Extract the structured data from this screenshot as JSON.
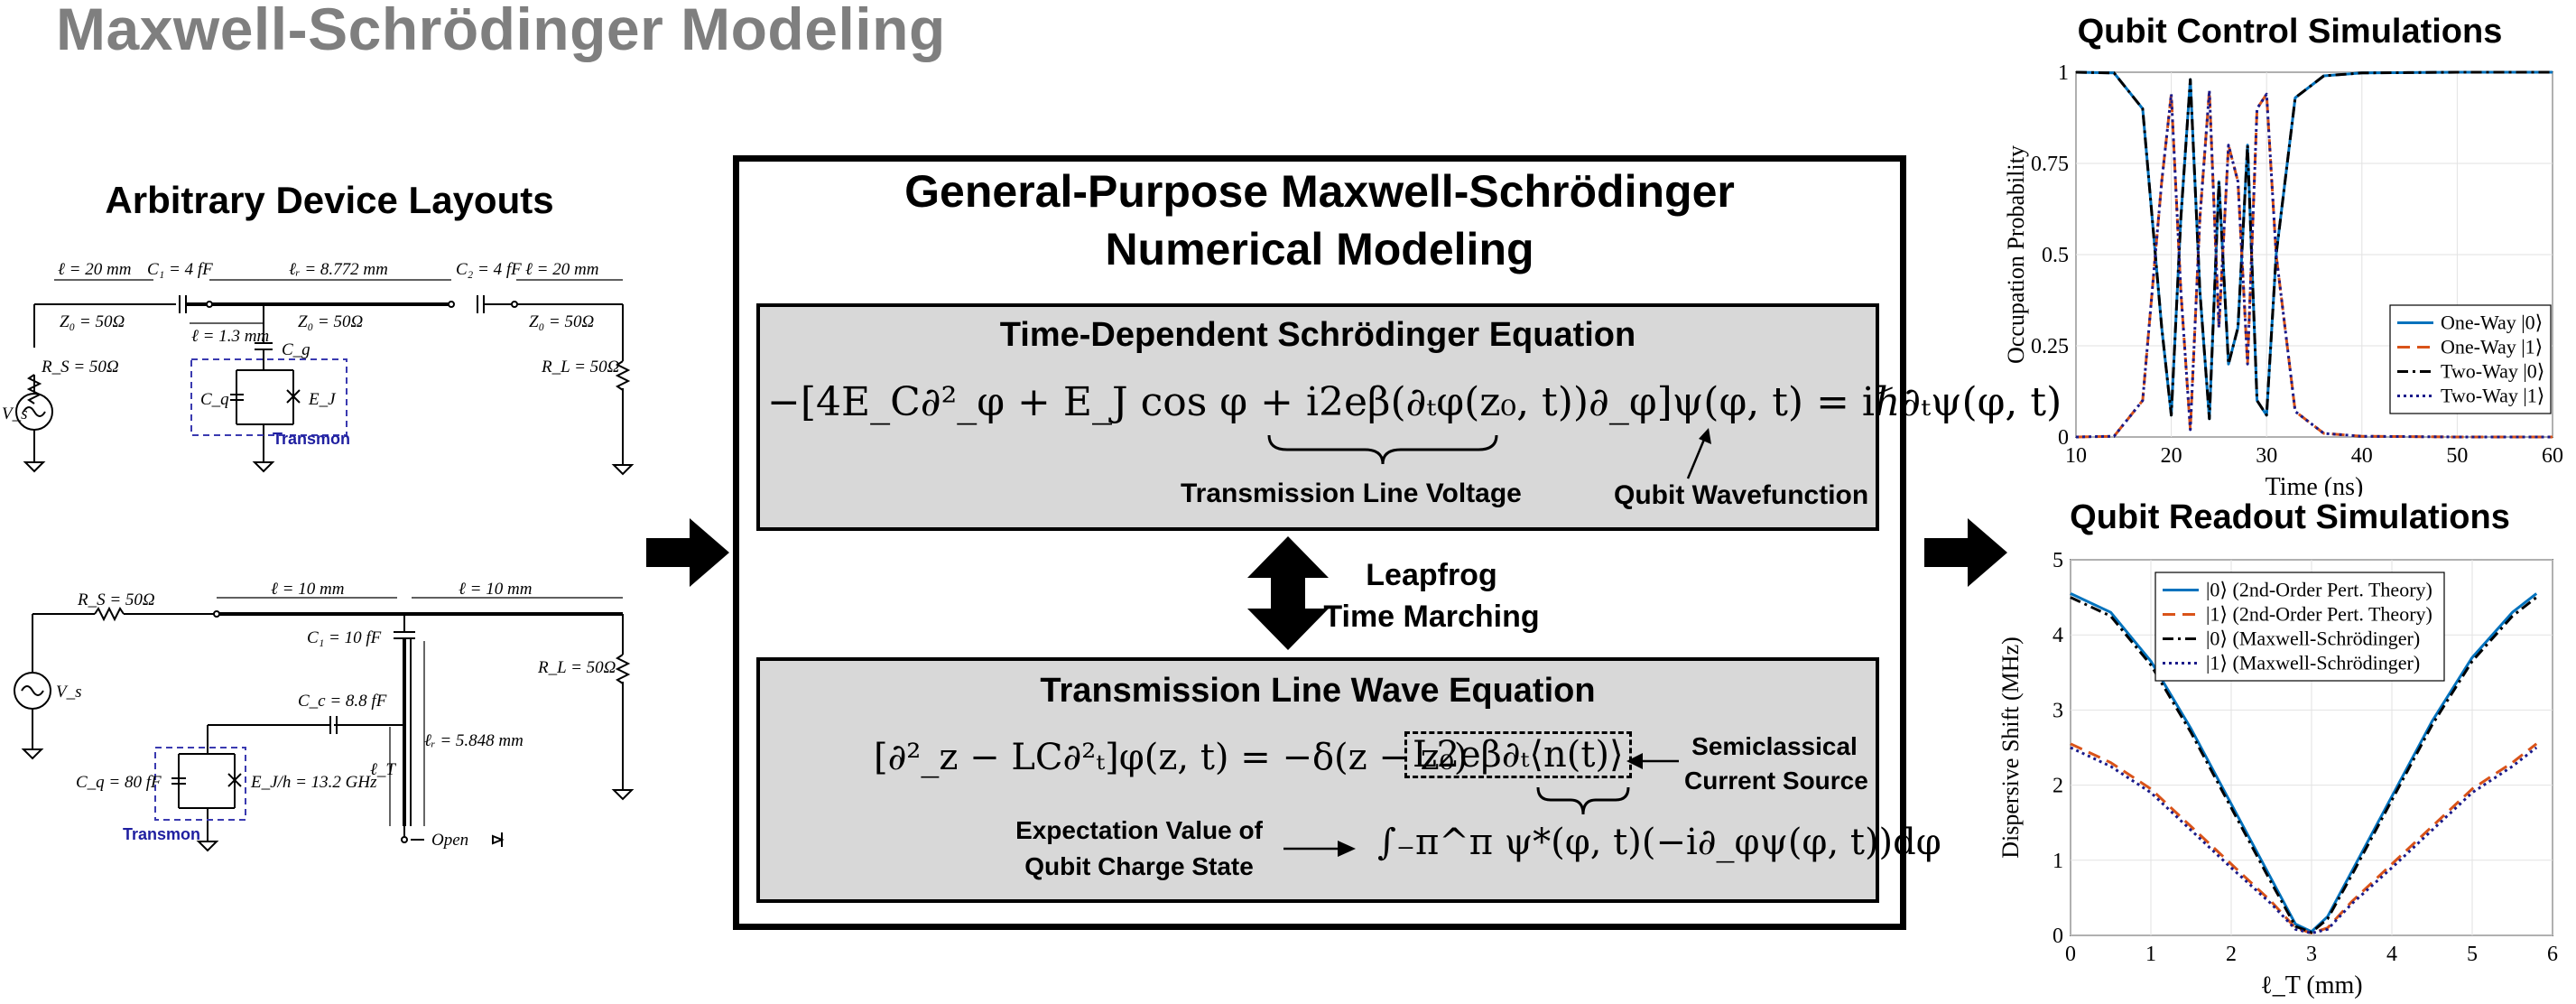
{
  "title": "Maxwell-Schrödinger Modeling",
  "left": {
    "heading": "Arbitrary Device Layouts",
    "circuit1": {
      "l_left": "ℓ = 20 mm",
      "c1": "C₁ = 4 fF",
      "l_r": "ℓᵣ = 8.772 mm",
      "c2": "C₂ = 4 fF",
      "l_right": "ℓ = 20 mm",
      "z0_a": "Z₀ = 50Ω",
      "z0_b": "Z₀ = 50Ω",
      "z0_c": "Z₀ = 50Ω",
      "l_stub": "ℓ = 1.3 mm",
      "rs": "R_S = 50Ω",
      "rl": "R_L = 50Ω",
      "cg": "C_g",
      "cq": "C_q",
      "ej": "E_J",
      "vs": "V_s",
      "transmon": "Transmon"
    },
    "circuit2": {
      "rs": "R_S = 50Ω",
      "l_a": "ℓ = 10 mm",
      "l_b": "ℓ = 10 mm",
      "c1": "C₁ = 10 fF",
      "rl": "R_L = 50Ω",
      "cc": "C_c = 8.8 fF",
      "lr": "ℓᵣ = 5.848 mm",
      "lt": "ℓ_T",
      "vs": "V_s",
      "cq": "C_q = 80 fF",
      "ej": "E_J/h = 13.2 GHz",
      "open": "Open",
      "transmon": "Transmon"
    }
  },
  "center": {
    "title_line1": "General-Purpose Maxwell-Schrödinger",
    "title_line2": "Numerical Modeling",
    "schrodinger": {
      "heading": "Time-Dependent Schrödinger Equation",
      "equation_left": "−[4E_C∂²_φ + E_J cos φ + i2eβ",
      "equation_brace": "(∂ₜφ(z₀, t))",
      "equation_right": "∂_φ]ψ(φ, t) = iℏ∂ₜψ(φ, t)",
      "label_voltage": "Transmission  Line Voltage",
      "label_wavefunction": "Qubit Wavefunction"
    },
    "leapfrog_line1": "Leapfrog",
    "leapfrog_line2": "Time Marching",
    "wave": {
      "heading": "Transmission  Line Wave Equation",
      "equation_left": "[∂²_z − LC∂²ₜ]φ(z, t) = −δ(z − z₀)",
      "equation_box": "L2eβ∂ₜ⟨n(t)⟩",
      "source_line1": "Semiclassical",
      "source_line2": "Current Source",
      "expect_line1": "Expectation Value of",
      "expect_line2": "Qubit Charge State",
      "integral": "∫₋π^π ψ*(φ, t)(−i∂_φψ(φ, t))dφ"
    }
  },
  "control": {
    "heading": "Qubit Control Simulations",
    "chart_data": {
      "type": "line",
      "xlabel": "Time (ns)",
      "ylabel": "Occupation Probability",
      "xlim": [
        10,
        60
      ],
      "ylim": [
        0,
        1
      ],
      "xticks": [
        "10",
        "20",
        "30",
        "40",
        "50",
        "60"
      ],
      "yticks": [
        "0",
        "0.25",
        "0.5",
        "0.75",
        "1"
      ],
      "legend_position": "lower-right",
      "grid": true,
      "x": [
        10,
        14,
        17,
        19,
        20,
        21,
        22,
        23,
        24,
        25,
        26,
        27,
        28,
        29,
        30,
        31,
        33,
        36,
        40,
        50,
        60
      ],
      "series": [
        {
          "name": "One-Way |0⟩",
          "color": "#0072bd",
          "style": "solid",
          "values": [
            1,
            0.998,
            0.9,
            0.3,
            0.06,
            0.6,
            0.98,
            0.4,
            0.05,
            0.7,
            0.2,
            0.3,
            0.8,
            0.1,
            0.06,
            0.5,
            0.93,
            0.99,
            0.998,
            1,
            1
          ]
        },
        {
          "name": "One-Way |1⟩",
          "color": "#d95319",
          "style": "dashed",
          "values": [
            0,
            0.002,
            0.1,
            0.7,
            0.94,
            0.4,
            0.02,
            0.6,
            0.95,
            0.3,
            0.8,
            0.7,
            0.2,
            0.9,
            0.94,
            0.5,
            0.07,
            0.01,
            0.002,
            0,
            0
          ]
        },
        {
          "name": "Two-Way |0⟩",
          "color": "#000000",
          "style": "dashdot",
          "values": [
            1,
            0.998,
            0.9,
            0.3,
            0.06,
            0.6,
            0.98,
            0.4,
            0.05,
            0.7,
            0.2,
            0.3,
            0.8,
            0.1,
            0.06,
            0.5,
            0.93,
            0.99,
            0.998,
            1,
            1
          ]
        },
        {
          "name": "Two-Way |1⟩",
          "color": "#1a1a8a",
          "style": "dotted",
          "values": [
            0,
            0.002,
            0.1,
            0.7,
            0.94,
            0.4,
            0.02,
            0.6,
            0.95,
            0.3,
            0.8,
            0.7,
            0.2,
            0.9,
            0.94,
            0.5,
            0.07,
            0.01,
            0.002,
            0,
            0
          ]
        }
      ]
    }
  },
  "readout": {
    "heading": "Qubit Readout Simulations",
    "chart_data": {
      "type": "line",
      "xlabel": "ℓ_T (mm)",
      "ylabel": "Dispersive Shift (MHz)",
      "xlim": [
        0,
        6
      ],
      "ylim": [
        0,
        5
      ],
      "xticks": [
        "0",
        "1",
        "2",
        "3",
        "4",
        "5",
        "6"
      ],
      "yticks": [
        "0",
        "1",
        "2",
        "3",
        "4",
        "5"
      ],
      "legend_position": "top",
      "grid": true,
      "x": [
        0,
        0.5,
        1,
        1.5,
        2,
        2.5,
        2.8,
        3,
        3.2,
        3.5,
        4,
        4.5,
        5,
        5.5,
        5.8
      ],
      "series": [
        {
          "name": "|0⟩ (2nd-Order Pert. Theory)",
          "color": "#0072bd",
          "style": "solid",
          "values": [
            4.55,
            4.3,
            3.65,
            2.75,
            1.75,
            0.75,
            0.15,
            0.05,
            0.25,
            0.85,
            1.85,
            2.85,
            3.7,
            4.3,
            4.55
          ]
        },
        {
          "name": "|1⟩ (2nd-Order Pert. Theory)",
          "color": "#d95319",
          "style": "dashed",
          "values": [
            2.55,
            2.3,
            1.95,
            1.45,
            0.95,
            0.45,
            0.1,
            0.03,
            0.1,
            0.45,
            0.95,
            1.45,
            1.95,
            2.3,
            2.55
          ]
        },
        {
          "name": "|0⟩ (Maxwell-Schrödinger)",
          "color": "#000000",
          "style": "dashdot",
          "values": [
            4.5,
            4.25,
            3.6,
            2.7,
            1.7,
            0.7,
            0.12,
            0.04,
            0.22,
            0.8,
            1.8,
            2.8,
            3.65,
            4.25,
            4.5
          ]
        },
        {
          "name": "|1⟩ (Maxwell-Schrödinger)",
          "color": "#1a1a8a",
          "style": "dotted",
          "values": [
            2.5,
            2.25,
            1.9,
            1.4,
            0.9,
            0.42,
            0.08,
            0.03,
            0.08,
            0.42,
            0.9,
            1.4,
            1.9,
            2.25,
            2.5
          ]
        }
      ]
    }
  }
}
